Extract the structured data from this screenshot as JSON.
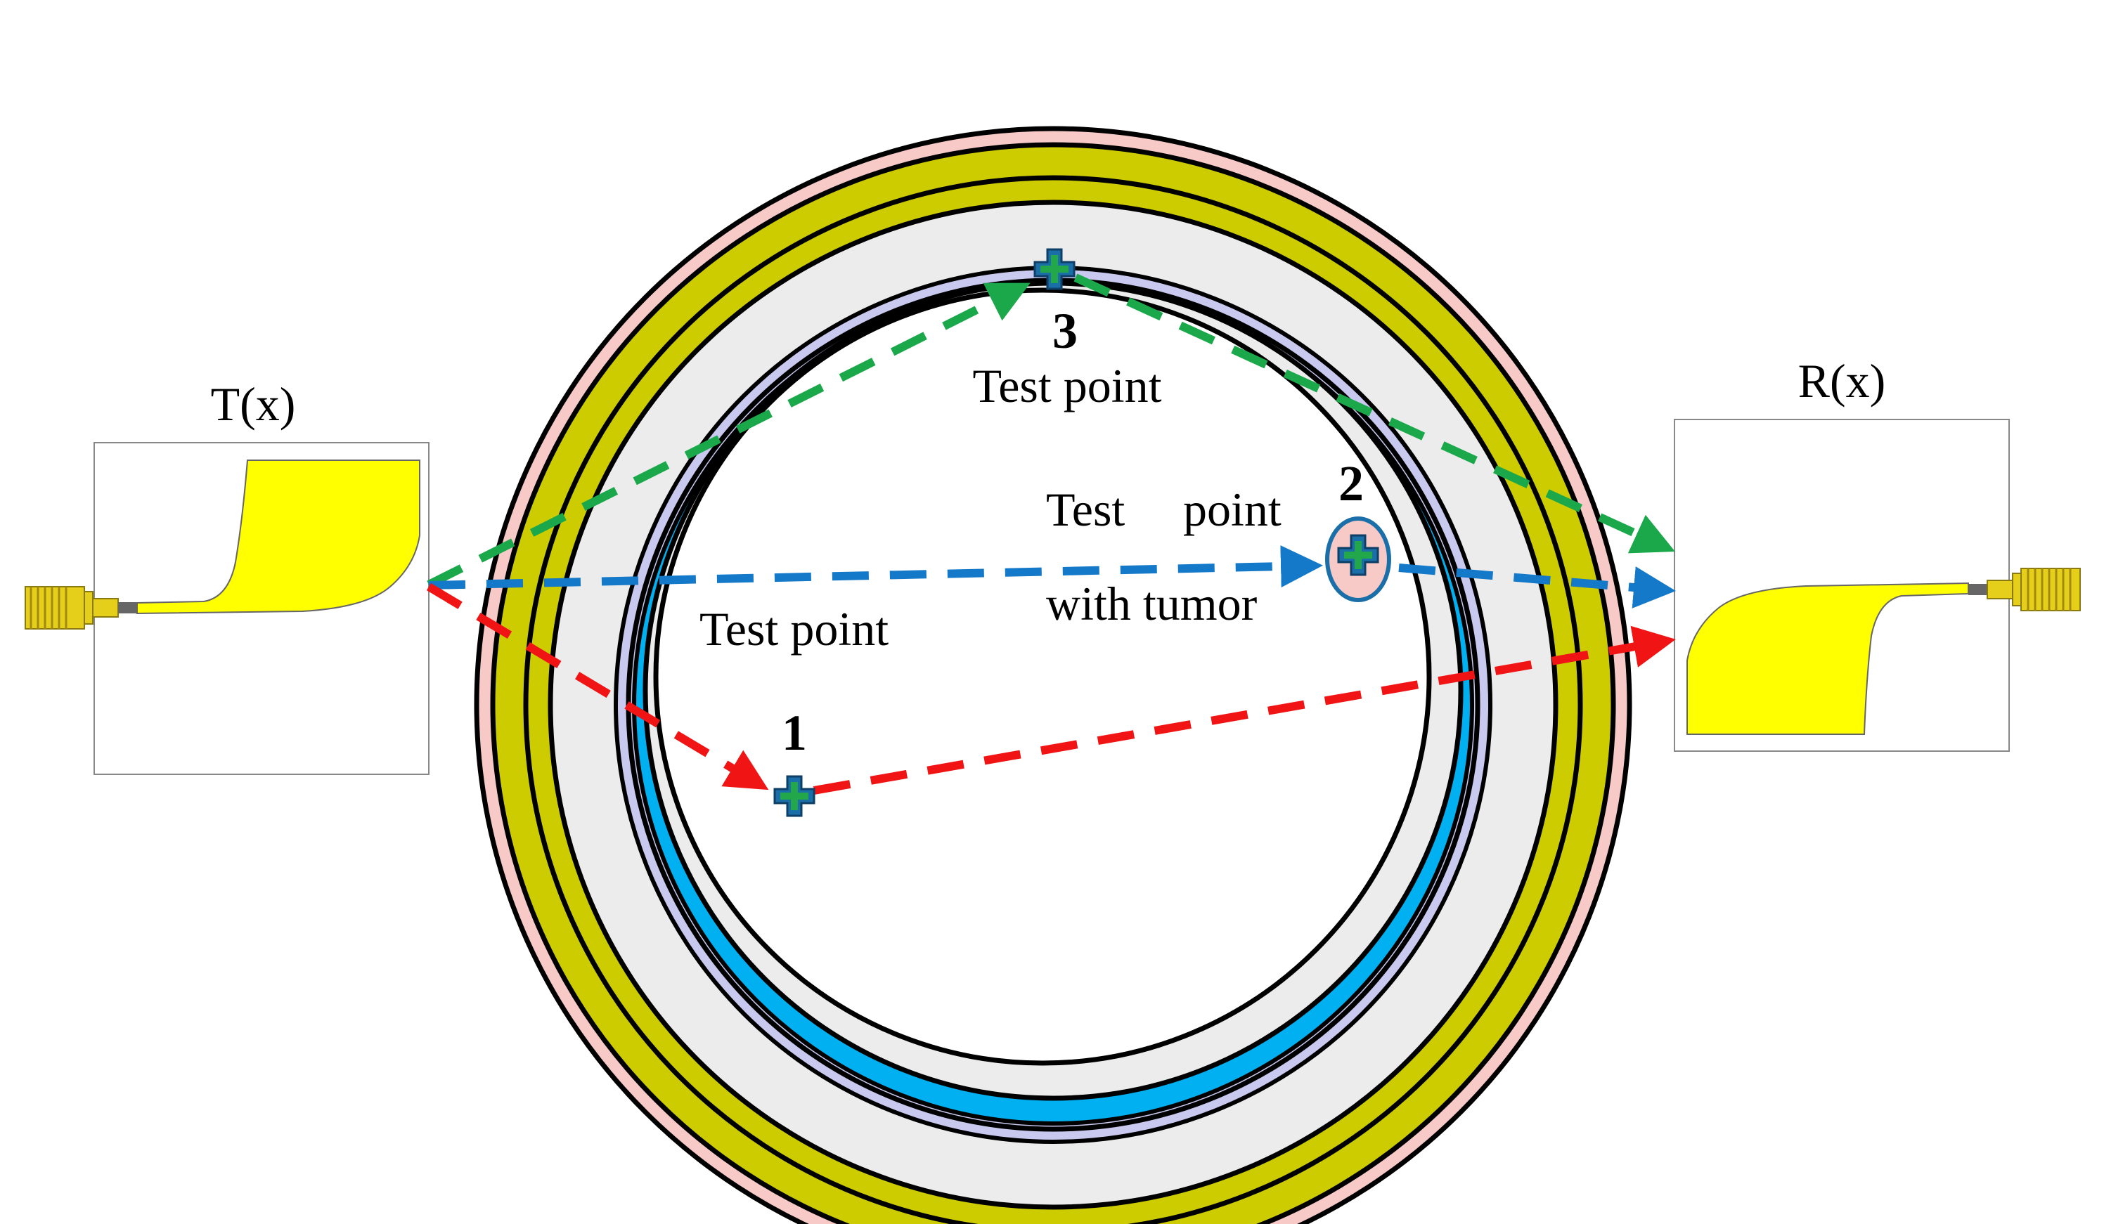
{
  "labels": {
    "transmitter": "T(x)",
    "receiver": "R(x)",
    "point1_number": "1",
    "point2_number": "2",
    "point3_number": "3",
    "point1_caption": "Test point",
    "point2_caption_word1": "Test",
    "point2_caption_word2": "point",
    "point2_caption_line2": "with tumor",
    "point3_caption": "Test point"
  },
  "colors": {
    "ring_pink": "#f7c9c7",
    "ring_olive": "#cccc00",
    "ring_gray": "#ececec",
    "ring_lavender": "#c9c9f0",
    "ring_cyan": "#00b0f0",
    "antenna_yellow": "#ffff00",
    "connector_gold": "#e6cf1a",
    "path_green": "#1aa84a",
    "path_blue": "#1479c8",
    "path_red": "#f01414",
    "marker_fill": "#1a6fa8",
    "marker_cross": "#22a84a",
    "tumor_fill": "#f7c9c7"
  },
  "icons": {
    "test_point_marker": "plus-marker-icon",
    "tumor": "tumor-ellipse-icon",
    "connector": "sma-connector-icon"
  }
}
